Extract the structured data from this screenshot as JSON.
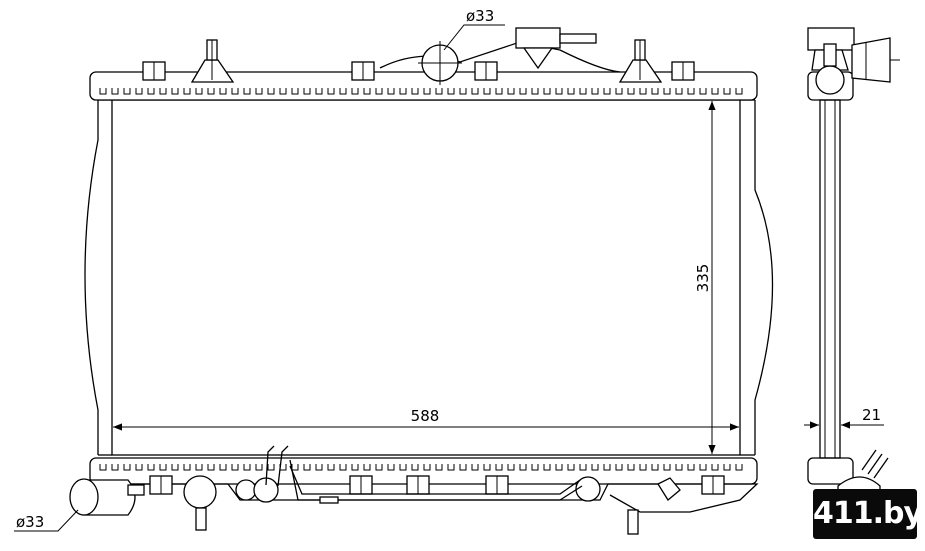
{
  "dimensions": {
    "top_inlet_diameter": "ø33",
    "bottom_outlet_diameter": "ø33",
    "core_height": "335",
    "core_width": "588",
    "core_thickness": "21"
  },
  "watermark": "411.by"
}
